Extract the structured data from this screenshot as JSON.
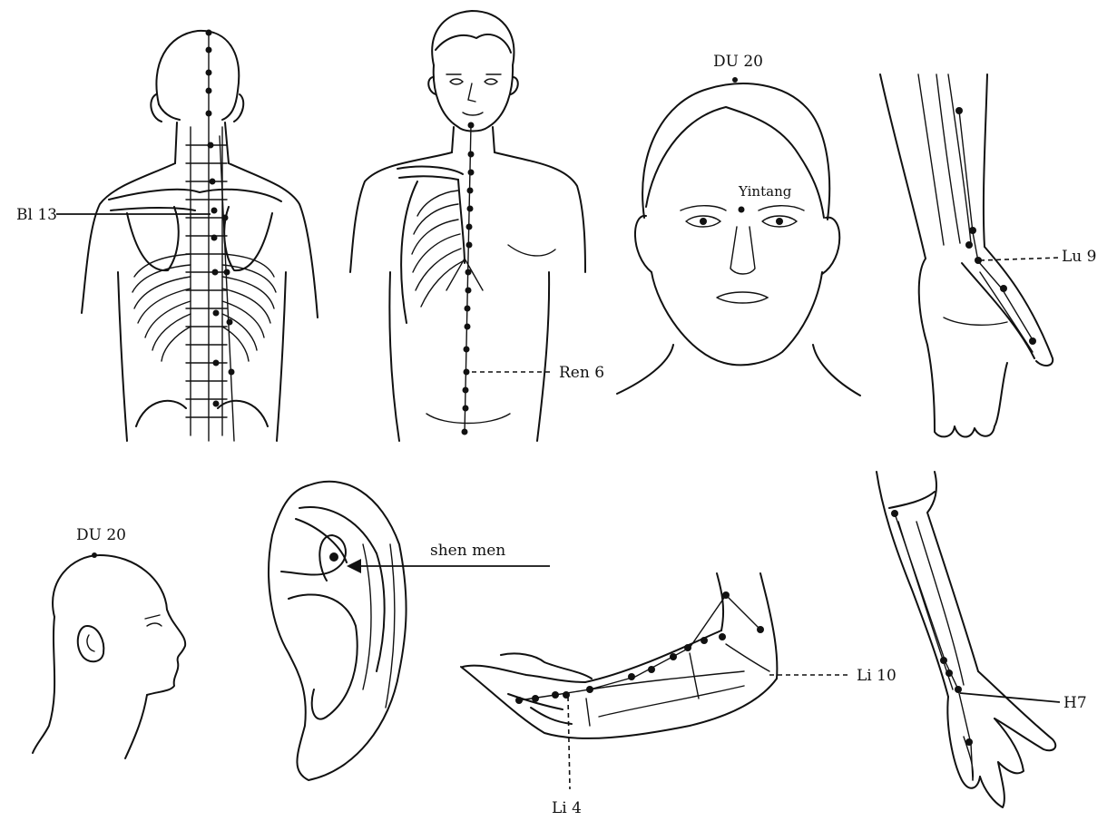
{
  "labels": {
    "bl13": "Bl 13",
    "ren6": "Ren 6",
    "du20_face": "DU 20",
    "yintang": "Yintang",
    "lu9": "Lu 9",
    "du20_head": "DU 20",
    "shenmen": "shen men",
    "li4": "Li 4",
    "li10": "Li 10",
    "h7": "H7"
  },
  "colors": {
    "ink": "#111111",
    "background": "#ffffff"
  }
}
